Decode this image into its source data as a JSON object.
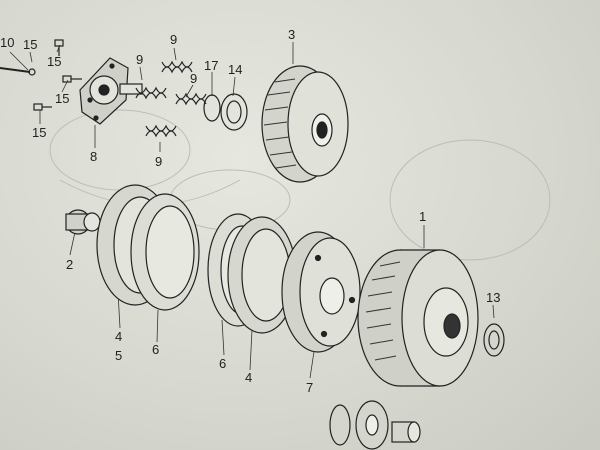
{
  "callouts": [
    {
      "id": "c10a",
      "text": "10"
    },
    {
      "id": "c15a",
      "text": "15"
    },
    {
      "id": "c15b",
      "text": "15"
    },
    {
      "id": "c15c",
      "text": "15"
    },
    {
      "id": "c15d",
      "text": "15"
    },
    {
      "id": "c8",
      "text": "8"
    },
    {
      "id": "c9a",
      "text": "9"
    },
    {
      "id": "c9b",
      "text": "9"
    },
    {
      "id": "c9c",
      "text": "9"
    },
    {
      "id": "c9d",
      "text": "9"
    },
    {
      "id": "c17",
      "text": "17"
    },
    {
      "id": "c14",
      "text": "14"
    },
    {
      "id": "c3",
      "text": "3"
    },
    {
      "id": "c1",
      "text": "1"
    },
    {
      "id": "c2",
      "text": "2"
    },
    {
      "id": "c4a",
      "text": "4"
    },
    {
      "id": "c5",
      "text": "5"
    },
    {
      "id": "c6a",
      "text": "6"
    },
    {
      "id": "c6b",
      "text": "6"
    },
    {
      "id": "c4b",
      "text": "4"
    },
    {
      "id": "c7",
      "text": "7"
    },
    {
      "id": "c13",
      "text": "13"
    }
  ],
  "colors": {
    "paper": "#d9dbd2",
    "ink": "#222222",
    "ghost": "#b9bbb2"
  }
}
